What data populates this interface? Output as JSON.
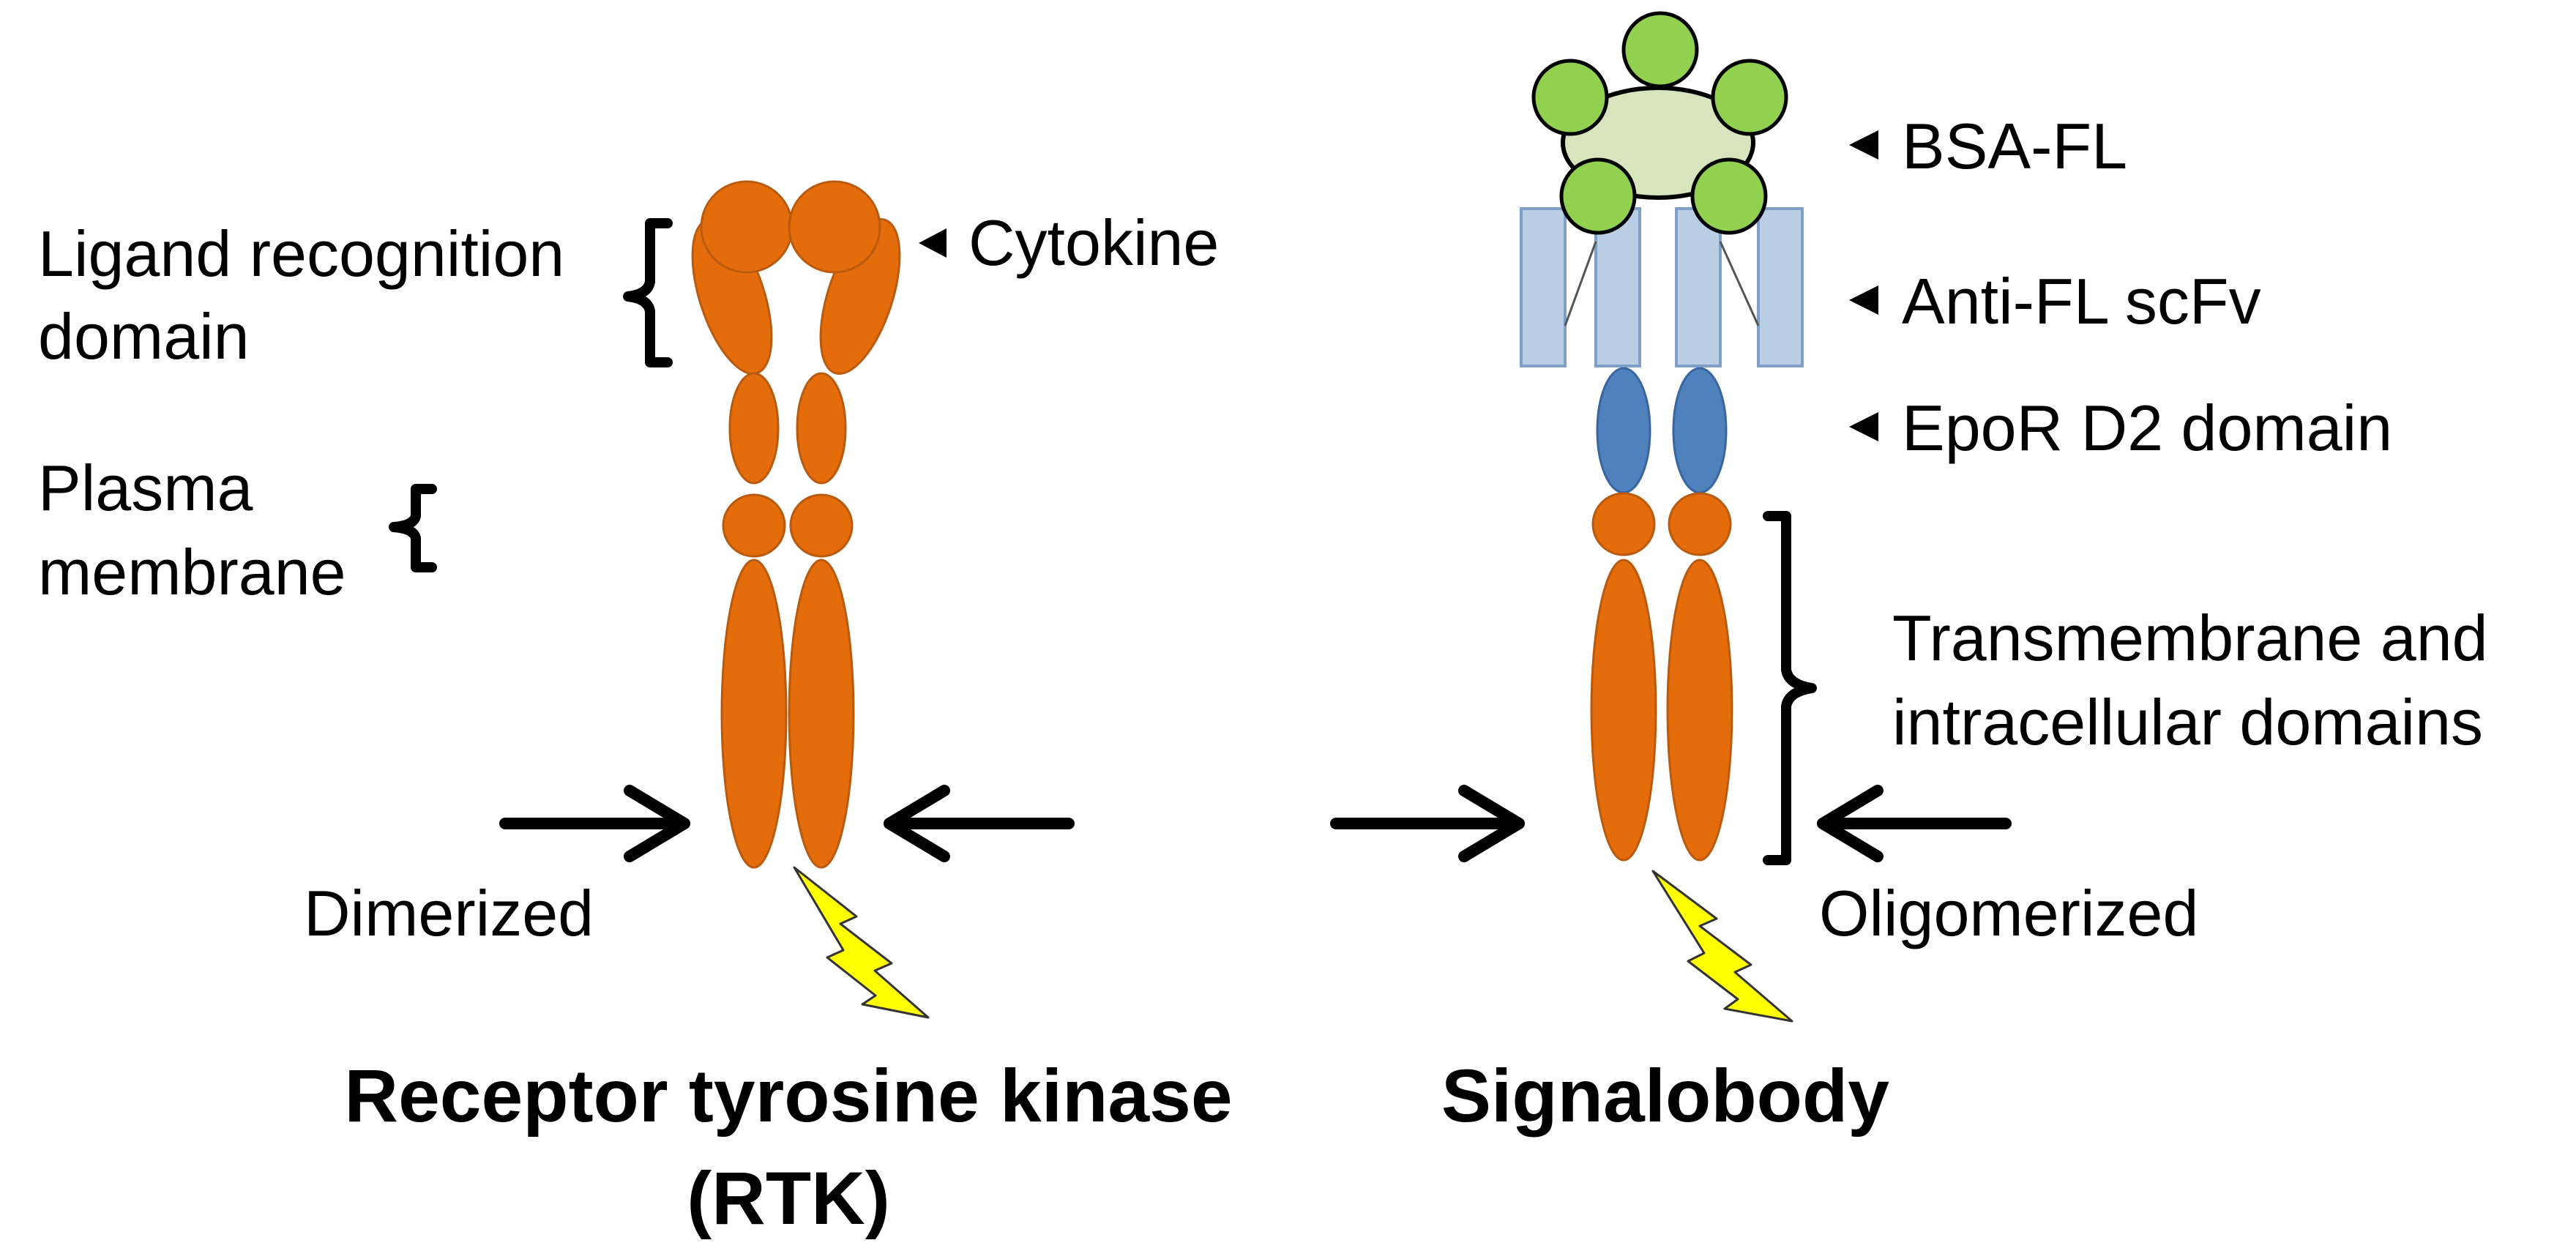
{
  "labels": {
    "ligand_recognition_line1": "Ligand recognition",
    "ligand_recognition_line2": "domain",
    "cytokine": "Cytokine",
    "plasma_line1": "Plasma",
    "plasma_line2": "membrane",
    "bsa_fl": "BSA-FL",
    "anti_fl_scfv": "Anti-FL scFv",
    "epor_d2": "EpoR D2 domain",
    "transmembrane_line1": "Transmembrane and",
    "transmembrane_line2": "intracellular domains",
    "dimerized": "Dimerized",
    "oligomerized": "Oligomerized"
  },
  "titles": {
    "rtk_line1": "Receptor tyrosine kinase",
    "rtk_line2": "(RTK)",
    "signalobody": "Signalobody"
  },
  "colors": {
    "receptor_orange": "#e46c0a",
    "receptor_outline": "#b95a0f",
    "epor_blue": "#4f81bd",
    "epor_outline": "#3a65a0",
    "scfv_fill": "#b9cde5",
    "scfv_outline": "#7f9fc6",
    "bsa_fill": "#d7e4bd",
    "fl_green": "#92d050",
    "lightning_yellow": "#ffff00",
    "line_black": "#000000"
  }
}
